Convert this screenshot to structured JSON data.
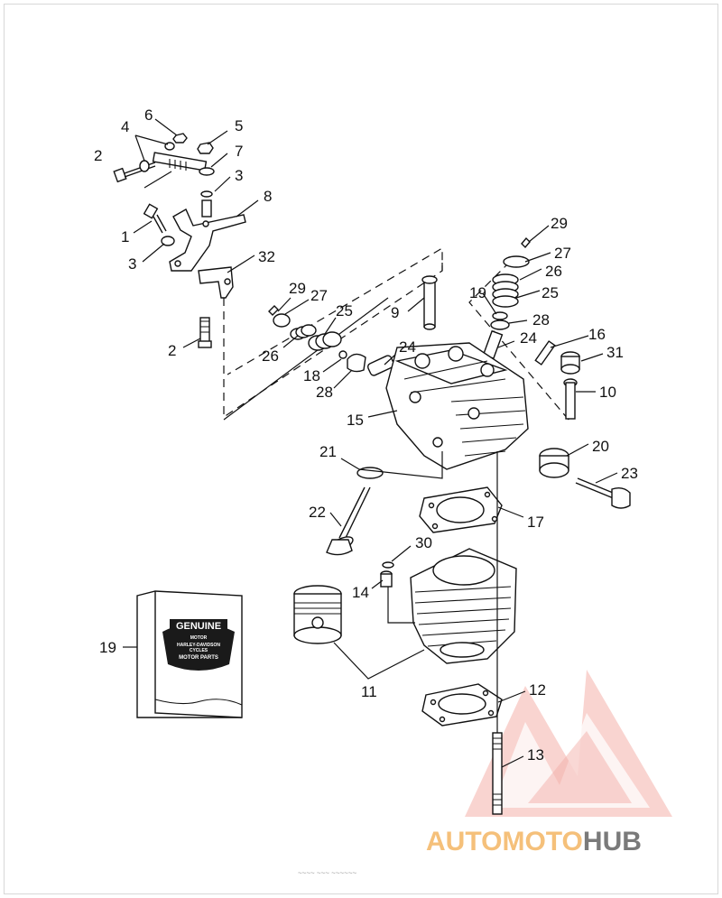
{
  "callouts": [
    {
      "id": "c1",
      "label": "1"
    },
    {
      "id": "c2a",
      "label": "2"
    },
    {
      "id": "c2b",
      "label": "2"
    },
    {
      "id": "c3a",
      "label": "3"
    },
    {
      "id": "c3b",
      "label": "3"
    },
    {
      "id": "c4",
      "label": "4"
    },
    {
      "id": "c5",
      "label": "5"
    },
    {
      "id": "c6",
      "label": "6"
    },
    {
      "id": "c7",
      "label": "7"
    },
    {
      "id": "c8",
      "label": "8"
    },
    {
      "id": "c9",
      "label": "9"
    },
    {
      "id": "c10",
      "label": "10"
    },
    {
      "id": "c11",
      "label": "11"
    },
    {
      "id": "c12",
      "label": "12"
    },
    {
      "id": "c13",
      "label": "13"
    },
    {
      "id": "c14",
      "label": "14"
    },
    {
      "id": "c15",
      "label": "15"
    },
    {
      "id": "c16",
      "label": "16"
    },
    {
      "id": "c17",
      "label": "17"
    },
    {
      "id": "c18",
      "label": "18"
    },
    {
      "id": "c19a",
      "label": "19"
    },
    {
      "id": "c19b",
      "label": "19"
    },
    {
      "id": "c20",
      "label": "20"
    },
    {
      "id": "c21",
      "label": "21"
    },
    {
      "id": "c22",
      "label": "22"
    },
    {
      "id": "c23",
      "label": "23"
    },
    {
      "id": "c24a",
      "label": "24"
    },
    {
      "id": "c24b",
      "label": "24"
    },
    {
      "id": "c25a",
      "label": "25"
    },
    {
      "id": "c25b",
      "label": "25"
    },
    {
      "id": "c26a",
      "label": "26"
    },
    {
      "id": "c26b",
      "label": "26"
    },
    {
      "id": "c27a",
      "label": "27"
    },
    {
      "id": "c27b",
      "label": "27"
    },
    {
      "id": "c28a",
      "label": "28"
    },
    {
      "id": "c28b",
      "label": "28"
    },
    {
      "id": "c29a",
      "label": "29"
    },
    {
      "id": "c29b",
      "label": "29"
    },
    {
      "id": "c30",
      "label": "30"
    },
    {
      "id": "c31",
      "label": "31"
    },
    {
      "id": "c32",
      "label": "32"
    }
  ],
  "box_logo": {
    "line1": "GENUINE",
    "line2": "MOTOR",
    "line3": "HARLEY-DAVIDSON",
    "line4": "CYCLES",
    "line5": "MOTOR PARTS"
  },
  "watermark": {
    "part1": "AUTOMOTO",
    "part2": "HUB",
    "color_primary": "#f08a80",
    "color_accent": "#f5c07a",
    "color_dark": "#7a7a7a"
  },
  "footer_text": "~~~~ ~~~ ~~~~~~"
}
